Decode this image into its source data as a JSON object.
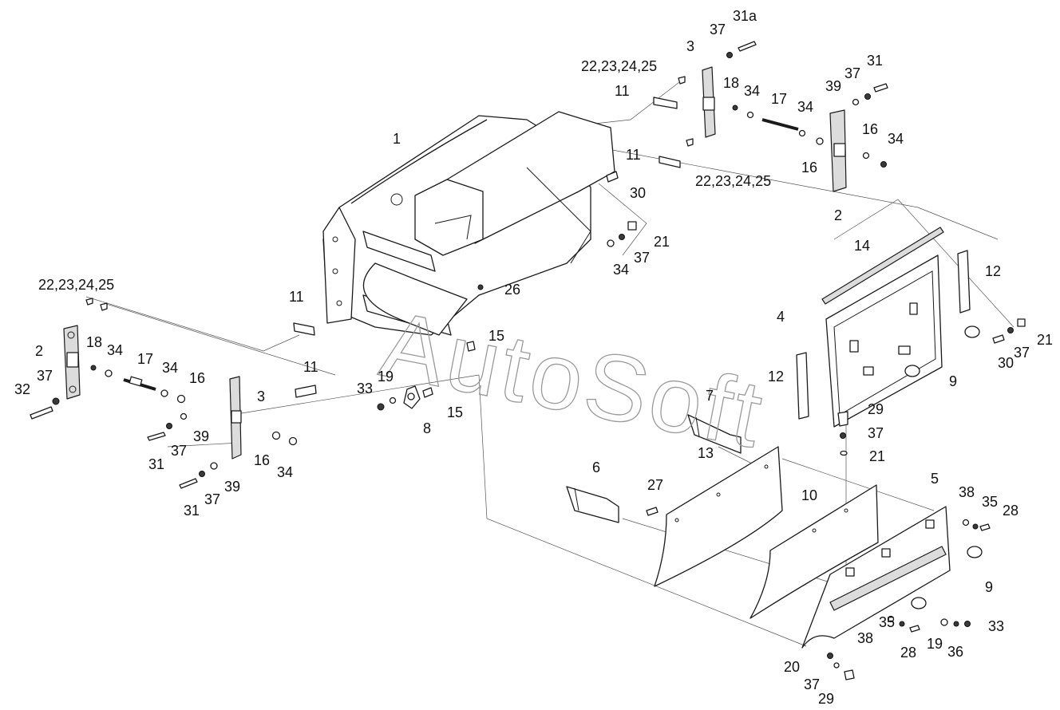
{
  "watermark": "AutoSoft",
  "callouts": [
    {
      "id": "c1",
      "text": "1"
    },
    {
      "id": "c2a",
      "text": "2"
    },
    {
      "id": "c2b",
      "text": "2"
    },
    {
      "id": "c3a",
      "text": "3"
    },
    {
      "id": "c3b",
      "text": "3"
    },
    {
      "id": "c4",
      "text": "4"
    },
    {
      "id": "c5",
      "text": "5"
    },
    {
      "id": "c6",
      "text": "6"
    },
    {
      "id": "c7",
      "text": "7"
    },
    {
      "id": "c8",
      "text": "8"
    },
    {
      "id": "c9a",
      "text": "9"
    },
    {
      "id": "c9b",
      "text": "9"
    },
    {
      "id": "c10",
      "text": "10"
    },
    {
      "id": "c11a",
      "text": "11"
    },
    {
      "id": "c11b",
      "text": "11"
    },
    {
      "id": "c11c",
      "text": "11"
    },
    {
      "id": "c11d",
      "text": "11"
    },
    {
      "id": "c12a",
      "text": "12"
    },
    {
      "id": "c12b",
      "text": "12"
    },
    {
      "id": "c13",
      "text": "13"
    },
    {
      "id": "c14",
      "text": "14"
    },
    {
      "id": "c15a",
      "text": "15"
    },
    {
      "id": "c15b",
      "text": "15"
    },
    {
      "id": "c16a",
      "text": "16"
    },
    {
      "id": "c16b",
      "text": "16"
    },
    {
      "id": "c16c",
      "text": "16"
    },
    {
      "id": "c16d",
      "text": "16"
    },
    {
      "id": "c17a",
      "text": "17"
    },
    {
      "id": "c17b",
      "text": "17"
    },
    {
      "id": "c18a",
      "text": "18"
    },
    {
      "id": "c18b",
      "text": "18"
    },
    {
      "id": "c19a",
      "text": "19"
    },
    {
      "id": "c19b",
      "text": "19"
    },
    {
      "id": "c20",
      "text": "20"
    },
    {
      "id": "c21a",
      "text": "21"
    },
    {
      "id": "c21b",
      "text": "21"
    },
    {
      "id": "c21c",
      "text": "21"
    },
    {
      "id": "c22a",
      "text": "22,23,24,25"
    },
    {
      "id": "c22b",
      "text": "22,23,24,25"
    },
    {
      "id": "c22c",
      "text": "22,23,24,25"
    },
    {
      "id": "c26",
      "text": "26"
    },
    {
      "id": "c27",
      "text": "27"
    },
    {
      "id": "c28a",
      "text": "28"
    },
    {
      "id": "c28b",
      "text": "28"
    },
    {
      "id": "c29a",
      "text": "29"
    },
    {
      "id": "c29b",
      "text": "29"
    },
    {
      "id": "c30a",
      "text": "30"
    },
    {
      "id": "c30b",
      "text": "30"
    },
    {
      "id": "c31a",
      "text": "31a"
    },
    {
      "id": "c31b",
      "text": "31"
    },
    {
      "id": "c31c",
      "text": "31"
    },
    {
      "id": "c31d",
      "text": "31"
    },
    {
      "id": "c32",
      "text": "32"
    },
    {
      "id": "c33a",
      "text": "33"
    },
    {
      "id": "c33b",
      "text": "33"
    },
    {
      "id": "c34a",
      "text": "34"
    },
    {
      "id": "c34b",
      "text": "34"
    },
    {
      "id": "c34c",
      "text": "34"
    },
    {
      "id": "c34d",
      "text": "34"
    },
    {
      "id": "c34e",
      "text": "34"
    },
    {
      "id": "c34f",
      "text": "34"
    },
    {
      "id": "c34g",
      "text": "34"
    },
    {
      "id": "c35a",
      "text": "35"
    },
    {
      "id": "c35b",
      "text": "35"
    },
    {
      "id": "c36",
      "text": "36"
    },
    {
      "id": "c37a",
      "text": "37"
    },
    {
      "id": "c37b",
      "text": "37"
    },
    {
      "id": "c37c",
      "text": "37"
    },
    {
      "id": "c37d",
      "text": "37"
    },
    {
      "id": "c37e",
      "text": "37"
    },
    {
      "id": "c37f",
      "text": "37"
    },
    {
      "id": "c37g",
      "text": "37"
    },
    {
      "id": "c37h",
      "text": "37"
    },
    {
      "id": "c37i",
      "text": "37"
    },
    {
      "id": "c38a",
      "text": "38"
    },
    {
      "id": "c38b",
      "text": "38"
    },
    {
      "id": "c39a",
      "text": "39"
    },
    {
      "id": "c39b",
      "text": "39"
    },
    {
      "id": "c39c",
      "text": "39"
    }
  ]
}
